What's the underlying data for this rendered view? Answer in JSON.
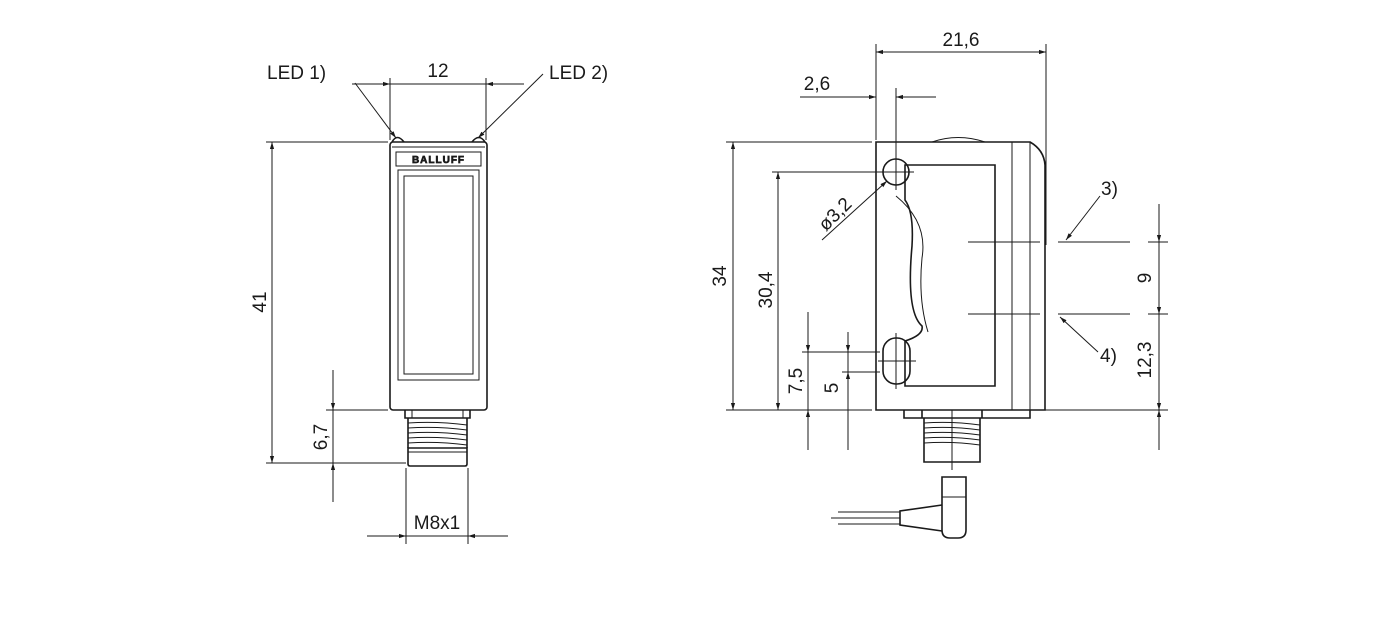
{
  "front_view": {
    "led1_label": "LED 1)",
    "led2_label": "LED 2)",
    "width_dim": "12",
    "height_dim": "41",
    "connector_length_dim": "6,7",
    "thread_dim": "M8x1",
    "brand_text": "BALLUFF"
  },
  "side_view": {
    "width_dim": "21,6",
    "hole_offset_dim": "2,6",
    "hole_diameter_dim": "ø3,2",
    "height_dim": "34",
    "hole_spacing_dim": "30,4",
    "slot_center_dim": "7,5",
    "slot_height_dim": "5",
    "note_3": "3)",
    "note_4": "4)",
    "axis_spacing_dim": "9",
    "lower_axis_dim": "12,3"
  }
}
